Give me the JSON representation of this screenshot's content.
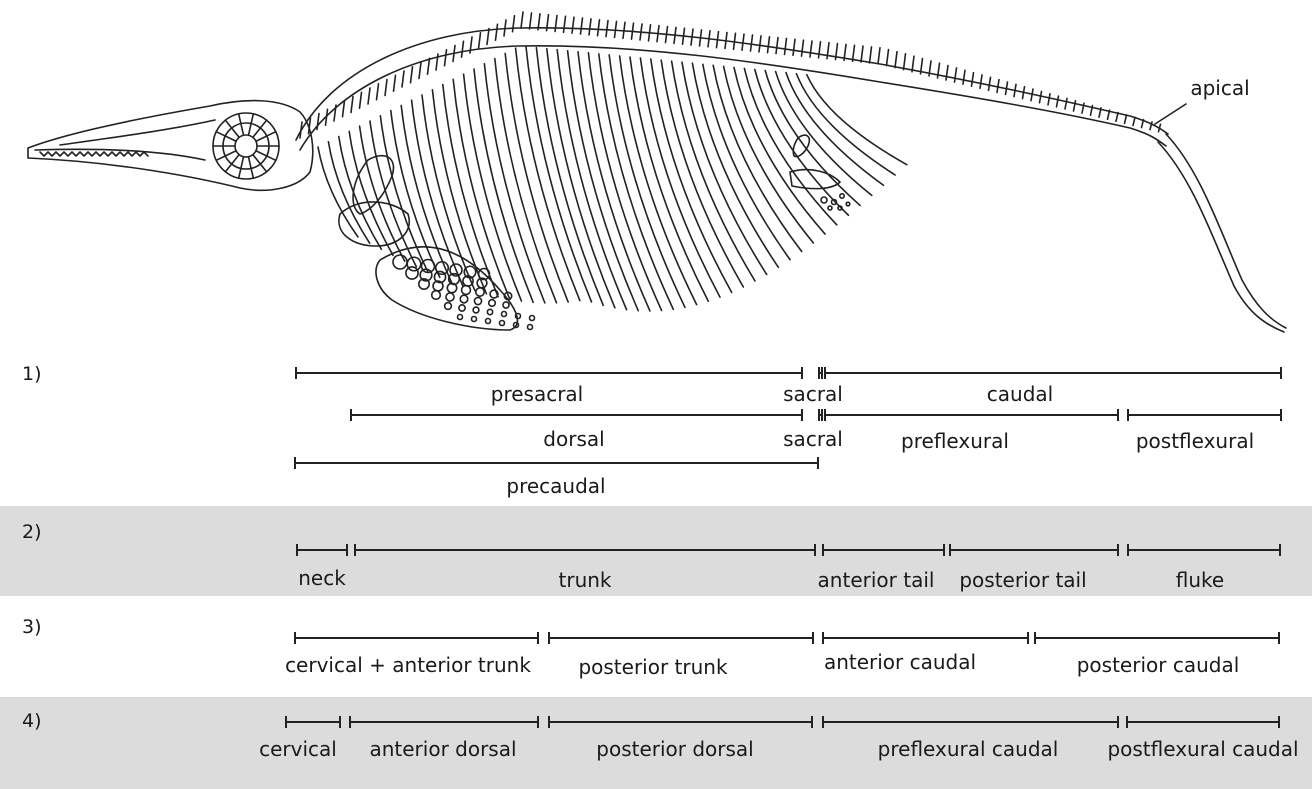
{
  "apical_label": "apical",
  "rows": [
    {
      "number": "1)",
      "background": "#ffffff",
      "segments": [
        {
          "label": "presacral"
        },
        {
          "label": "sacral"
        },
        {
          "label": "caudal"
        },
        {
          "label": "dorsal"
        },
        {
          "label": "sacral"
        },
        {
          "label": "preflexural"
        },
        {
          "label": "postflexural"
        },
        {
          "label": "precaudal"
        }
      ]
    },
    {
      "number": "2)",
      "background": "#dcdcdc",
      "segments": [
        {
          "label": "neck"
        },
        {
          "label": "trunk"
        },
        {
          "label": "anterior tail"
        },
        {
          "label": "posterior tail"
        },
        {
          "label": "fluke"
        }
      ]
    },
    {
      "number": "3)",
      "background": "#ffffff",
      "segments": [
        {
          "label": "cervical + anterior trunk"
        },
        {
          "label": "posterior trunk"
        },
        {
          "label": "anterior caudal"
        },
        {
          "label": "posterior caudal"
        }
      ]
    },
    {
      "number": "4)",
      "background": "#dcdcdc",
      "segments": [
        {
          "label": "cervical"
        },
        {
          "label": "anterior dorsal"
        },
        {
          "label": "posterior dorsal"
        },
        {
          "label": "preflexural caudal"
        },
        {
          "label": "postflexural caudal"
        }
      ]
    }
  ]
}
